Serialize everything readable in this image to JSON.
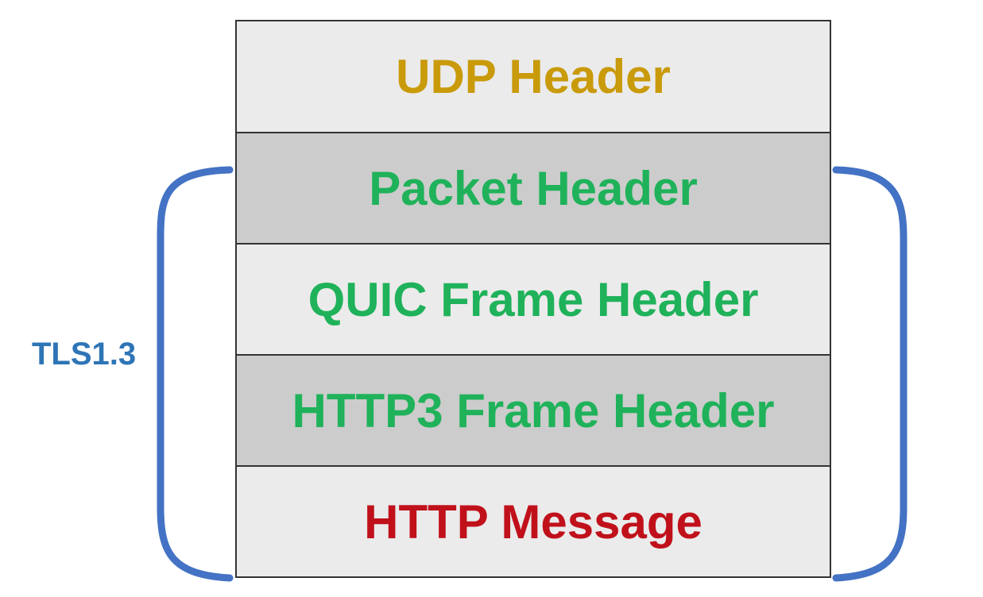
{
  "layers": [
    {
      "label": "UDP Header",
      "color": "#c99a0a"
    },
    {
      "label": "Packet Header",
      "color": "#1fb25a"
    },
    {
      "label": "QUIC Frame Header",
      "color": "#1fb25a"
    },
    {
      "label": "HTTP3 Frame Header",
      "color": "#1fb25a"
    },
    {
      "label": "HTTP Message",
      "color": "#c0111b"
    }
  ],
  "bracket": {
    "label": "TLS1.3",
    "color": "#4472c4",
    "label_color": "#2e75b6"
  }
}
